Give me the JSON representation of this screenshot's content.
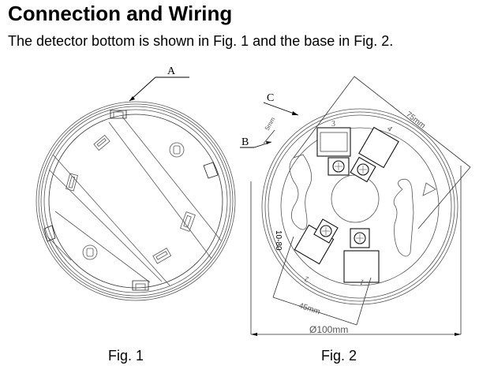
{
  "heading": "Connection and Wiring",
  "intro": "The detector bottom is shown in Fig. 1 and the base in Fig. 2.",
  "figures": [
    {
      "caption": "Fig. 1",
      "subject": "detector bottom",
      "callouts": [
        {
          "label": "A"
        }
      ]
    },
    {
      "caption": "Fig. 2",
      "subject": "base",
      "callouts": [
        {
          "label": "B"
        },
        {
          "label": "C"
        }
      ],
      "dimensions": {
        "diameter": "Ø100mm",
        "span_45": "45mm",
        "span_75": "75mm",
        "gap_5": "5mm"
      },
      "terminal_numbers": [
        "1",
        "2",
        "3",
        "4"
      ],
      "marking": "10-80"
    }
  ]
}
